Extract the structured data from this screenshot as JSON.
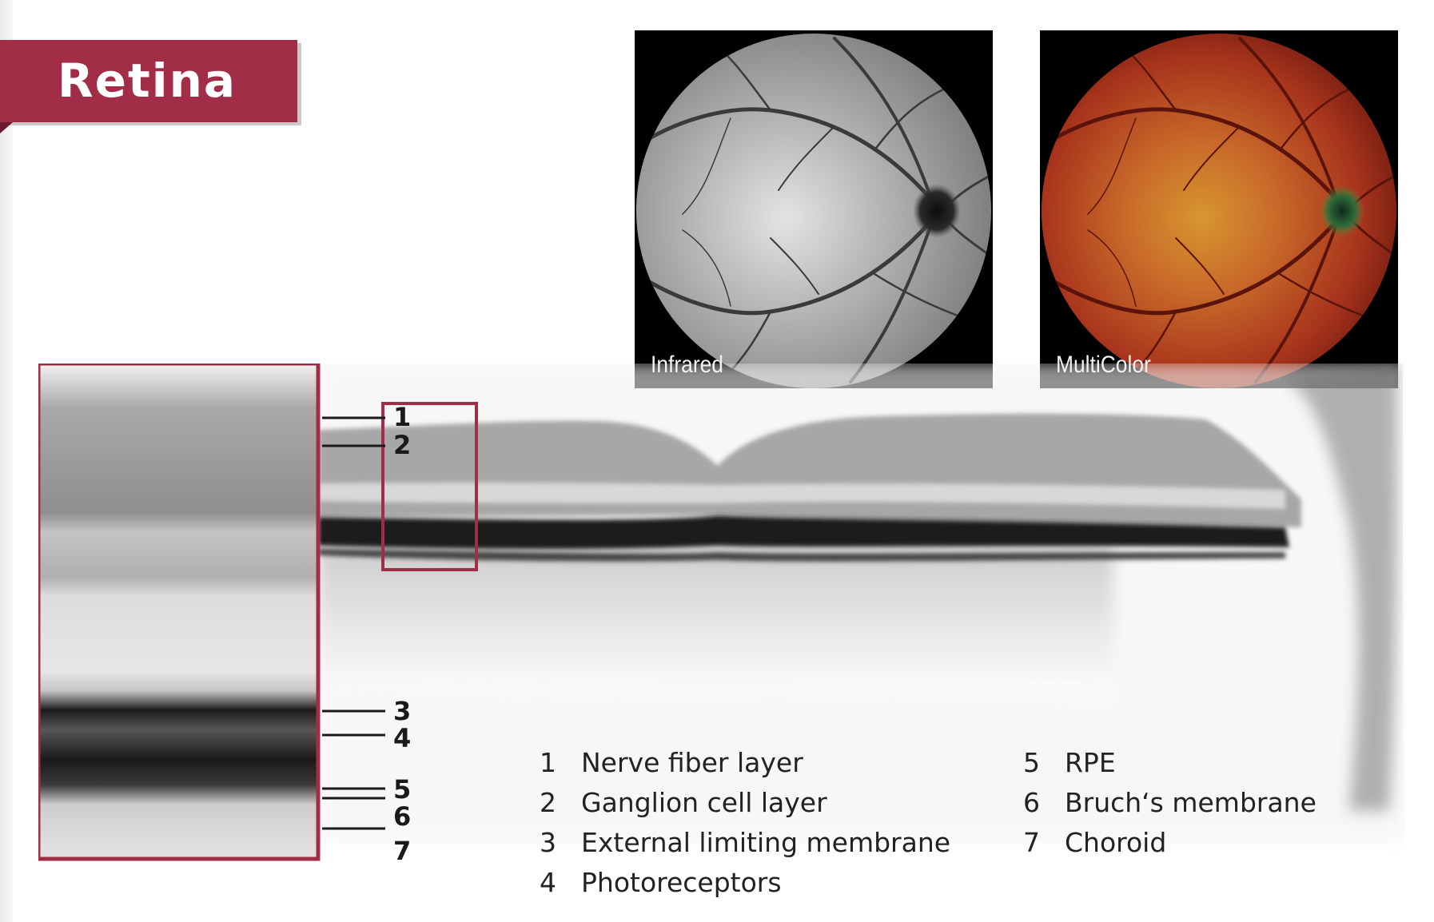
{
  "title": "Retina",
  "images": {
    "infrared": {
      "label": "Infrared",
      "icon": "infrared-fundus-photo"
    },
    "multicolor": {
      "label": "MultiColor",
      "icon": "multicolor-fundus-photo"
    }
  },
  "callouts": [
    "1",
    "2",
    "3",
    "4",
    "5",
    "6",
    "7"
  ],
  "legend": [
    {
      "num": "1",
      "text": "Nerve fiber layer"
    },
    {
      "num": "2",
      "text": "Ganglion cell layer"
    },
    {
      "num": "3",
      "text": "External limiting membrane"
    },
    {
      "num": "4",
      "text": "Photoreceptors"
    },
    {
      "num": "5",
      "text": "RPE"
    },
    {
      "num": "6",
      "text": "Bruch‘s membrane"
    },
    {
      "num": "7",
      "text": "Choroid"
    }
  ],
  "colors": {
    "accent": "#a12d47",
    "accent_dark": "#6c1b2e"
  }
}
